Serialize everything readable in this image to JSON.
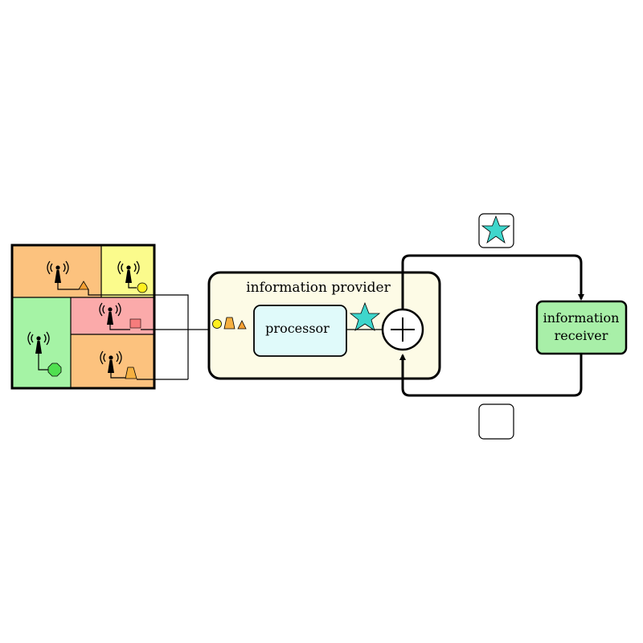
{
  "diagram": {
    "provider_label": "information provider",
    "processor_label": "processor",
    "receiver_label_line1": "information",
    "receiver_label_line2": "receiver",
    "adder_symbol": "+",
    "colors": {
      "zone_orange": "#fcc27e",
      "zone_yellow": "#fbfb8c",
      "zone_green": "#a5f3a5",
      "zone_pink": "#fbaaaa",
      "provider_bg": "#fdfbe6",
      "processor_bg": "#e0fafa",
      "receiver_bg": "#a8efa8",
      "star": "#3fd6cc",
      "triangle": "#f5a032",
      "circle": "#ffef20",
      "square": "#f57c7c",
      "octagon": "#50e050",
      "trapezoid": "#f5b040"
    },
    "icons": {
      "sensor": "radio-tower-icon",
      "triangle": "triangle-icon",
      "circle": "circle-icon",
      "square": "square-icon",
      "octagon": "octagon-icon",
      "trapezoid": "trapezoid-icon",
      "star": "star-icon",
      "adder": "circled-plus-icon"
    }
  }
}
